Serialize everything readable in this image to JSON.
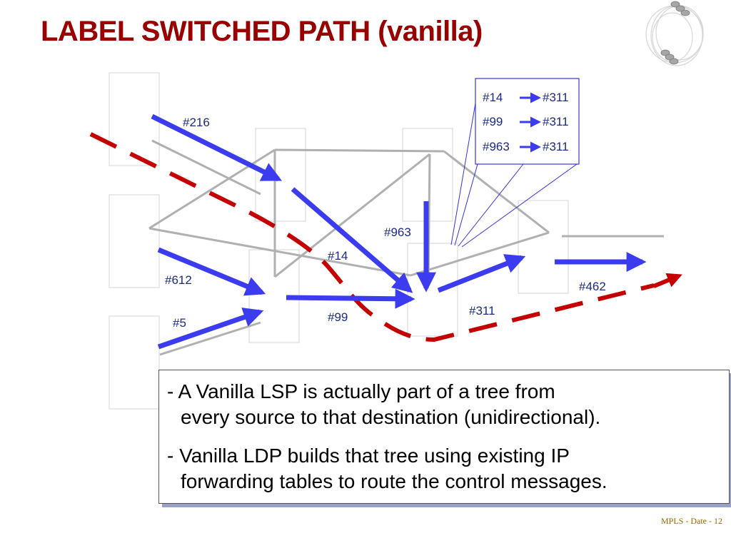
{
  "slide": {
    "title": "LABEL SWITCHED PATH (vanilla)",
    "footer": "MPLS  - Date - 12"
  },
  "labels": {
    "l216": "#216",
    "l612": "#612",
    "l5": "#5",
    "l14": "#14",
    "l99": "#99",
    "l963": "#963",
    "l311": "#311",
    "l462": "#462"
  },
  "forwarding_table": [
    {
      "in": "#14",
      "out": "#311"
    },
    {
      "in": "#99",
      "out": "#311"
    },
    {
      "in": "#963",
      "out": "#311"
    }
  ],
  "notes": [
    {
      "line1": "- A Vanilla LSP is actually part of a tree from",
      "line2": "every source to that destination (unidirectional)."
    },
    {
      "line1": "- Vanilla LDP builds that tree using existing IP",
      "line2": "forwarding tables to route the control messages."
    }
  ],
  "colors": {
    "title": "#990000",
    "label_arrow": "#3b3bf0",
    "lsp_path": "#c40000",
    "link": "#b0b0b0",
    "label_text": "#1c2a80"
  }
}
